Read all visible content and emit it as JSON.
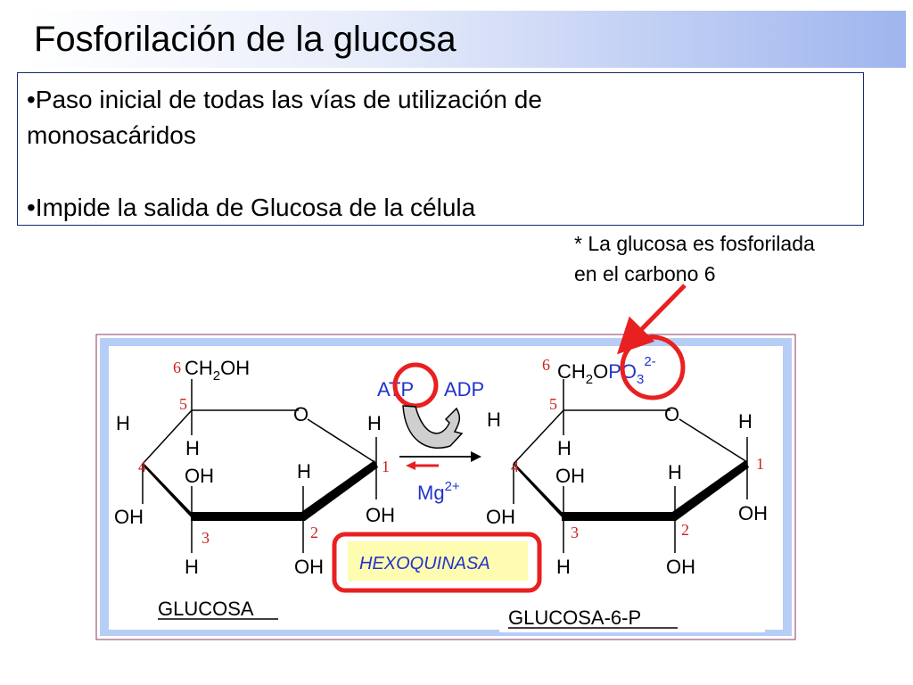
{
  "title": "Fosforilación de la glucosa",
  "bullets": [
    "•Paso inicial de todas las vías de utilización de",
    "monosacáridos",
    "•Impide la salida de Glucosa de la célula"
  ],
  "note": {
    "line1": "* La glucosa es fosforilada",
    "line2": "en el carbono 6"
  },
  "reaction": {
    "atp": "ATP",
    "adp": "ADP",
    "cofactor_base": "Mg",
    "cofactor_charge": "2+",
    "enzyme": "HEXOQUINASA"
  },
  "glucose": {
    "name": "GLUCOSA",
    "ch2_part1": "CH",
    "ch2_sub": "2",
    "ch2_part2": "OH",
    "ring_o": "O",
    "h": "H",
    "oh": "OH",
    "c1": "1",
    "c2": "2",
    "c3": "3",
    "c4": "4",
    "c5": "5",
    "c6": "6"
  },
  "glucose6p": {
    "name": "GLUCOSA-6-P",
    "ch2_part1": "CH",
    "ch2_sub": "2",
    "ch2_part2": "O",
    "po3_part": "PO",
    "po3_sub": "3",
    "po3_charge": "2-",
    "ring_o": "O",
    "h": "H",
    "oh": "OH",
    "c1": "1",
    "c2": "2",
    "c3": "3",
    "c4": "4",
    "c5": "5",
    "c6": "6"
  },
  "colors": {
    "title_gradient_end": "#9fb5ee",
    "box_border": "#1b2a6b",
    "figure_bg": "#b6cdf6",
    "carbon_number": "#cc2222",
    "reagent_blue": "#2233cc",
    "highlight_red": "#e82020",
    "enzyme_bg": "#fdfcb0"
  }
}
